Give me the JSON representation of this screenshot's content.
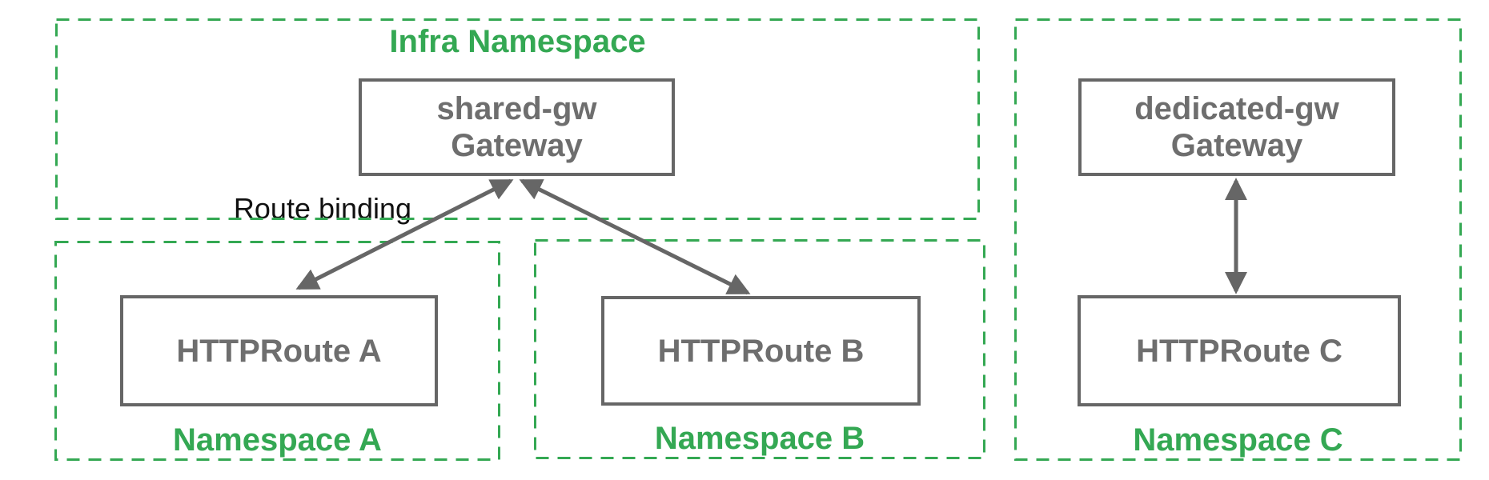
{
  "colors": {
    "namespace_green": "#34a853",
    "node_border_gray": "#666666",
    "node_text_gray": "#6e6e6e",
    "annotation_black": "#111111"
  },
  "infra_namespace": {
    "title": "Infra Namespace",
    "gateway": {
      "name": "shared-gw",
      "kind": "Gateway"
    }
  },
  "namespace_a": {
    "title": "Namespace A",
    "route": "HTTPRoute A"
  },
  "namespace_b": {
    "title": "Namespace B",
    "route": "HTTPRoute B"
  },
  "namespace_c": {
    "title": "Namespace C",
    "gateway": {
      "name": "dedicated-gw",
      "kind": "Gateway"
    },
    "route": "HTTPRoute C"
  },
  "annotations": {
    "route_binding": "Route binding"
  }
}
